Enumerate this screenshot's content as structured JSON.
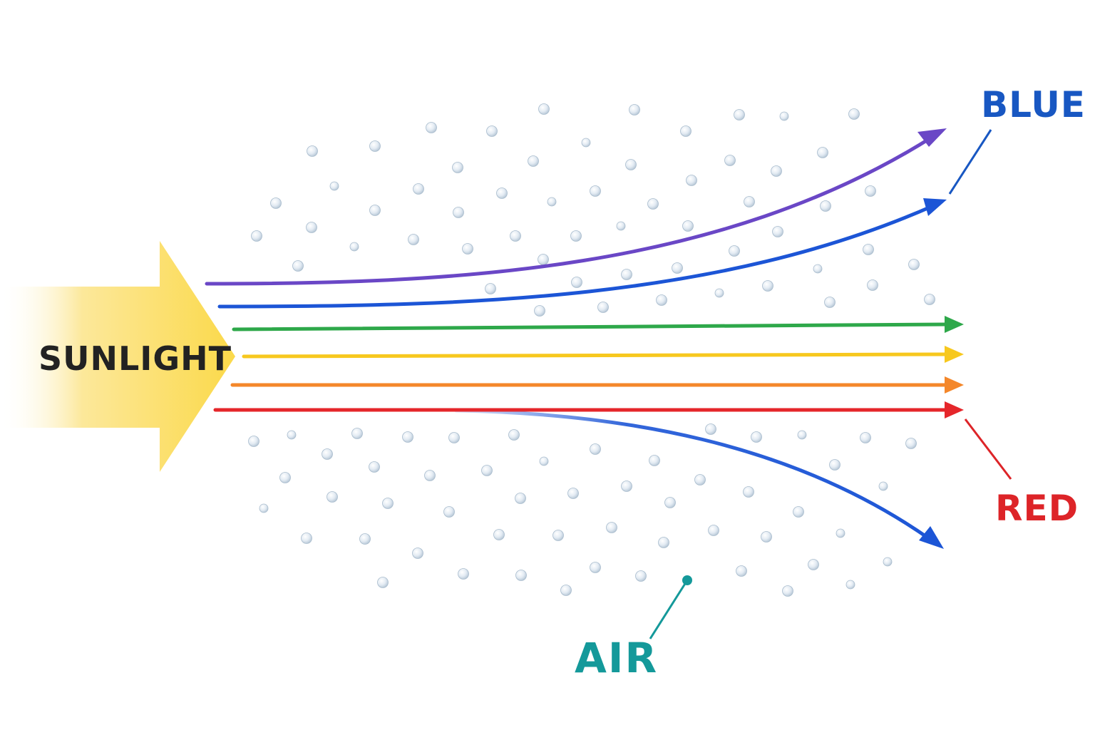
{
  "labels": {
    "sunlight": "SUNLIGHT",
    "blue": "BLUE",
    "red": "RED",
    "air": "AIR"
  },
  "colors": {
    "sun": "#fbd94a",
    "text_dark": "#222222",
    "violet": "#6a47c6",
    "blue": "#1c55d6",
    "green": "#2ea84a",
    "yellow": "#f7c81e",
    "orange": "#f4872a",
    "red": "#e5262a",
    "label_blue": "#1857c2",
    "label_red": "#dd2428",
    "label_air": "#14999a",
    "particle": "#dde7f0"
  },
  "icons": {
    "sun_arrow": "sunlight-arrow-icon",
    "particle": "air-molecule-icon"
  }
}
